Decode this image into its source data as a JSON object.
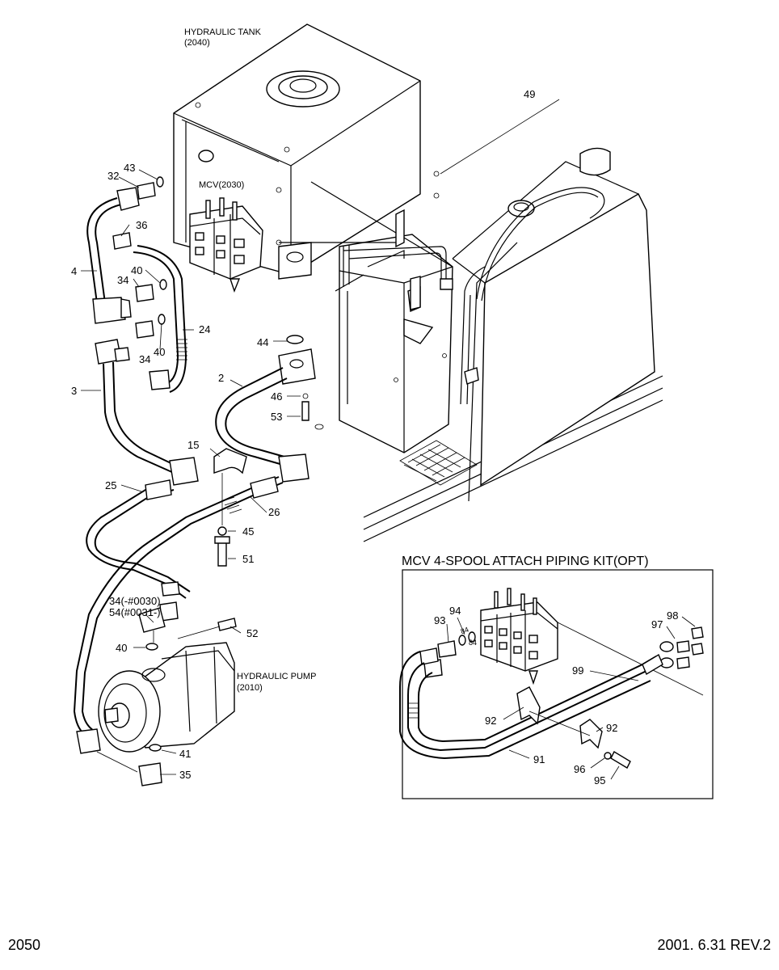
{
  "assemblies": {
    "tank_label": "HYDRAULIC TANK",
    "tank_ref": "(2040)",
    "mcv_label": "MCV(2030)",
    "pump_label": "HYDRAULIC PUMP",
    "pump_ref": "(2010)"
  },
  "callouts": {
    "c49": "49",
    "c43": "43",
    "c32": "32",
    "c36": "36",
    "c4": "4",
    "c40a": "40",
    "c34a": "34",
    "c34b": "34",
    "c40b": "40",
    "c24": "24",
    "c3": "3",
    "c44": "44",
    "c2": "2",
    "c46": "46",
    "c53": "53",
    "c15": "15",
    "c25": "25",
    "c26": "26",
    "c45": "45",
    "c51": "51",
    "c34n": "34(-#0030)",
    "c54n": "54(#0031-)",
    "c52": "52",
    "c40c": "40",
    "c41": "41",
    "c35": "35"
  },
  "inset": {
    "title": "MCV 4-SPOOL ATTACH PIPING KIT(OPT)",
    "callouts": {
      "c94": "94",
      "c93": "93",
      "c84a": "84",
      "c84b": "84",
      "c98": "98",
      "c97": "97",
      "c99": "99",
      "c92a": "92",
      "c92b": "92",
      "c91": "91",
      "c96": "96",
      "c95": "95"
    }
  },
  "footer": {
    "page": "2050",
    "revision": "2001. 6.31 REV.2"
  }
}
